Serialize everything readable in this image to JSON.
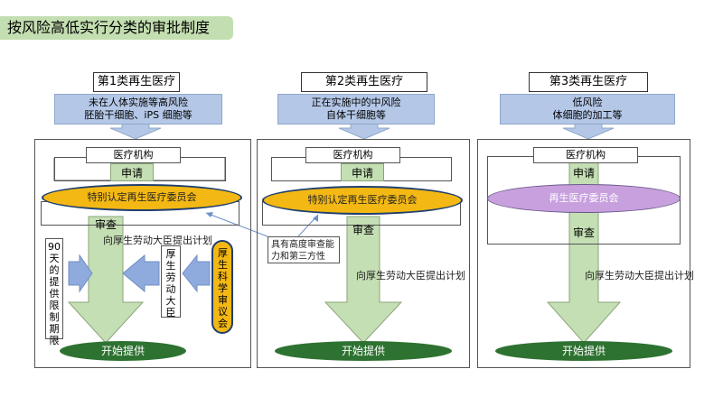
{
  "title": "按风险高低实行分类的审批制度",
  "categories": [
    {
      "title": "第1类再生医疗",
      "desc_line1": "未在人体实施等高风险",
      "desc_line2": "胚胎干细胞、iPS 细胞等"
    },
    {
      "title": "第2类再生医疗",
      "desc_line1": "正在实施中的中风险",
      "desc_line2": "自体干细胞等"
    },
    {
      "title": "第3类再生医疗",
      "desc_line1": "低风险",
      "desc_line2": "体细胞的加工等"
    }
  ],
  "common": {
    "medical_institution": "医疗机构",
    "apply": "申请",
    "review": "审查",
    "start": "开始提供",
    "submit_plan": "向厚生劳动大臣提出计划"
  },
  "committees": {
    "special": "特别认定再生医疗委员会",
    "regular": "再生医疗委员会"
  },
  "panel1": {
    "limit_text": "90天的提供限制期限",
    "minister_text": "厚生劳动大臣",
    "council_text": "厚生科学审议会"
  },
  "callout": "具有高度审查能力和第三方性",
  "colors": {
    "title_bar": "#c3deb0",
    "desc_box": "#b4c7e7",
    "arrow_green": "#c5dfb4",
    "arrow_blue": "#8faadc",
    "committee_yellow": "#f3b814",
    "committee_purple": "#c8a0de",
    "start_green": "#2e7231"
  }
}
